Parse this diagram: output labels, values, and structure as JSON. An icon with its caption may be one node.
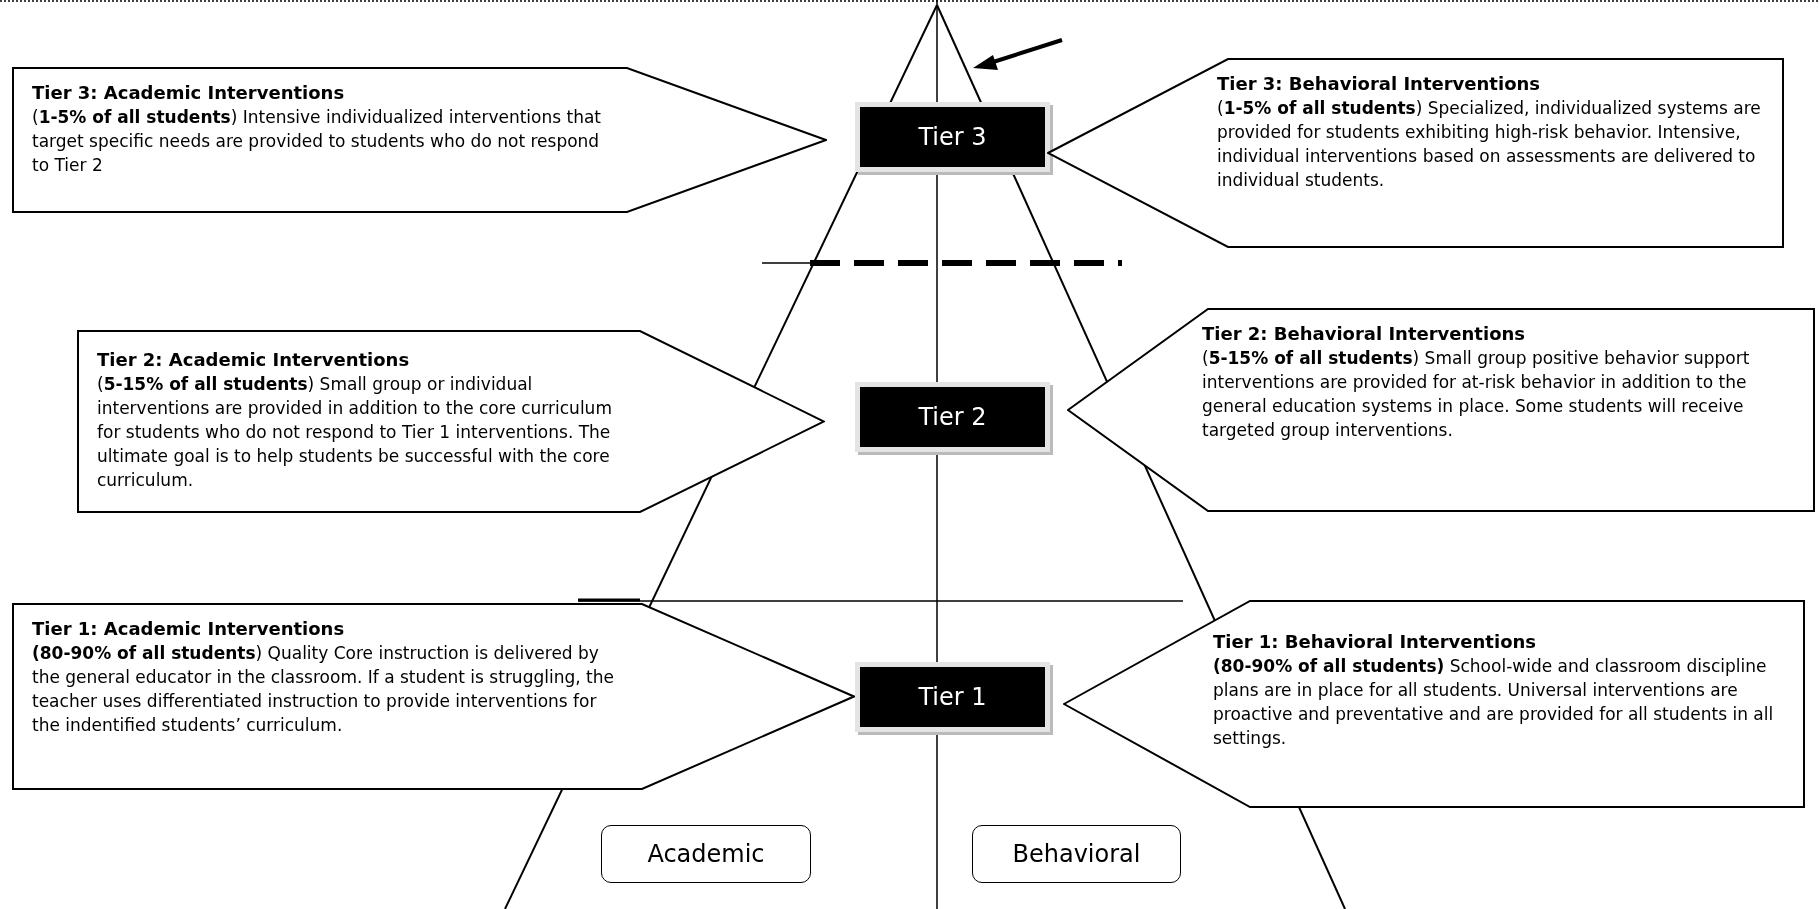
{
  "diagram": {
    "nodes": [
      {
        "text": [
          "Tier 3: Academic Interventions",
          "(**1-5% of all students**) Intensive individualized interventions that target specific needs are provided to students who do not respond to Tier 2"
        ]
      },
      {
        "text": [
          "Tier 3"
        ]
      },
      {
        "text": [
          "Tier 3: Behavioral Interventions",
          "(**1-5% of all students**) Specialized, individualized systems are provided for students exhibiting high-risk behavior. Intensive, individual interventions based on assessments are delivered to individual students."
        ]
      },
      {
        "text": [
          "Tier 2: Academic Interventions",
          "(**5-15% of all students**) Small group or individual interventions are provided in addition to the core curriculum for students who do not respond to Tier 1 interventions. The ultimate goal is to help students be successful with the core curriculum."
        ]
      },
      {
        "text": [
          "Tier 2"
        ]
      },
      {
        "text": [
          "Tier 2: Behavioral Interventions",
          "(**5-15% of all students**) Small group positive behavior support interventions are provided for at-risk behavior in addition to the general education systems in place.  Some students will receive targeted group interventions."
        ]
      },
      {
        "text": [
          "Tier 1: Academic Interventions",
          "**(80-90% of all students**) Quality Core instruction is delivered by the general educator in the classroom.  If a student is struggling, the teacher uses differentiated instruction to provide interventions for the indentified students’ curriculum."
        ]
      },
      {
        "text": [
          "Tier 1"
        ]
      },
      {
        "text": [
          "Tier 1: Behavioral Interventions",
          "**(80-90% of all students)** School-wide and classroom discipline plans are in place for all students. Universal interventions are proactive and preventative and are provided for all students in all settings."
        ]
      },
      {
        "text": [
          "Academic"
        ]
      },
      {
        "text": [
          "Behavioral"
        ]
      }
    ],
    "edges": []
  }
}
